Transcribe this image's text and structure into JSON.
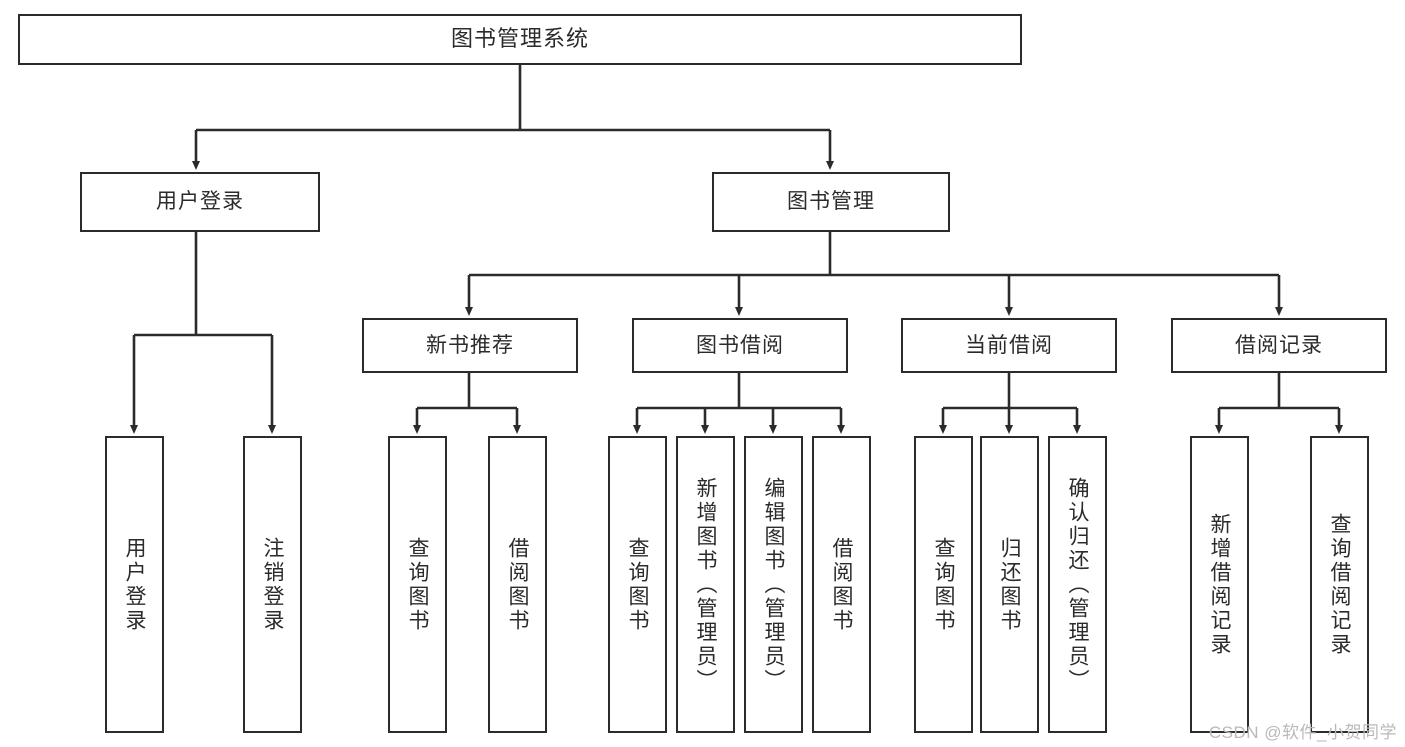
{
  "diagram": {
    "title": "图书管理系统",
    "type": "tree-hierarchy-chart",
    "root": {
      "label": "图书管理系统"
    },
    "level2": [
      {
        "label": "用户登录"
      },
      {
        "label": "图书管理"
      }
    ],
    "level3": [
      {
        "label": "新书推荐"
      },
      {
        "label": "图书借阅"
      },
      {
        "label": "当前借阅"
      },
      {
        "label": "借阅记录"
      }
    ],
    "leaves": [
      {
        "label": "用户登录"
      },
      {
        "label": "注销登录"
      },
      {
        "label": "查询图书"
      },
      {
        "label": "借阅图书"
      },
      {
        "label": "查询图书"
      },
      {
        "label": "新增图书（管理员）"
      },
      {
        "label": "编辑图书（管理员）"
      },
      {
        "label": "借阅图书"
      },
      {
        "label": "查询图书"
      },
      {
        "label": "归还图书"
      },
      {
        "label": "确认归还（管理员）"
      },
      {
        "label": "新增借阅记录"
      },
      {
        "label": "查询借阅记录"
      }
    ],
    "colors": {
      "stroke": "#2b2b2b",
      "fill": "#ffffff",
      "text": "#2b2b2b",
      "watermark": "#b9b9b9"
    }
  },
  "watermark": {
    "text": "CSDN @软件_小贺同学"
  }
}
